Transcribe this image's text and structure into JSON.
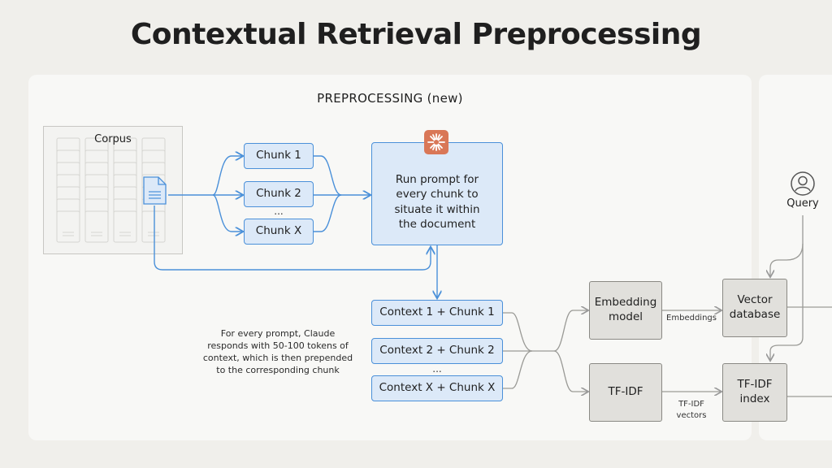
{
  "title": "Contextual Retrieval Preprocessing",
  "section_label": "PREPROCESSING (new)",
  "corpus_label": "Corpus",
  "chunks": [
    "Chunk 1",
    "Chunk 2",
    "...",
    "Chunk X"
  ],
  "prompt_box": "Run prompt for every chunk to situate it within the document",
  "contexts": [
    "Context 1 + Chunk 1",
    "Context 2 + Chunk 2",
    "...",
    "Context X + Chunk X"
  ],
  "note": "For every prompt, Claude responds with 50-100 tokens of context, which is then prepended to the corresponding chunk",
  "embedding_model": "Embedding model",
  "embeddings_label": "Embeddings",
  "vector_db": "Vector database",
  "tfidf": "TF-IDF",
  "tfidf_vectors": "TF-IDF vectors",
  "tfidf_index": "TF-IDF index",
  "query_label": "Query",
  "icons": {
    "prompt": "claude-burst-icon",
    "query": "user-icon",
    "doc": "document-icon"
  },
  "colors": {
    "blue_fill": "#dce9f8",
    "blue_stroke": "#4a90d9",
    "gray_fill": "#e1e0dc",
    "gray_stroke": "#8a8984",
    "accent": "#d97757"
  }
}
